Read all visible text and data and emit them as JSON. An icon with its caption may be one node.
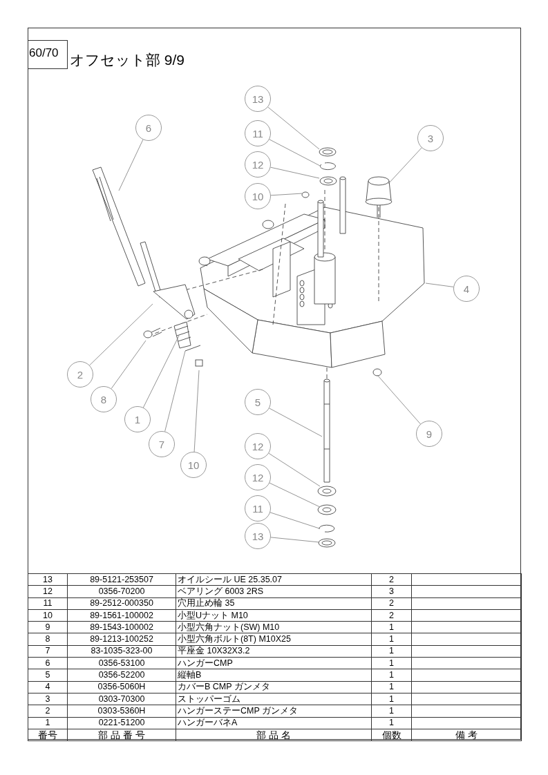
{
  "diagram": {
    "title": "オフセット部 9/9",
    "nodes": [
      {
        "text": [
          "13"
        ]
      },
      {
        "text": [
          "6"
        ]
      },
      {
        "text": [
          "11"
        ]
      },
      {
        "text": [
          "3"
        ]
      },
      {
        "text": [
          "12"
        ]
      },
      {
        "text": [
          "10"
        ]
      },
      {
        "text": [
          "4"
        ]
      },
      {
        "text": [
          "2"
        ]
      },
      {
        "text": [
          "8"
        ]
      },
      {
        "text": [
          "5"
        ]
      },
      {
        "text": [
          "1"
        ]
      },
      {
        "text": [
          "9"
        ]
      },
      {
        "text": [
          "7"
        ]
      },
      {
        "text": [
          "12"
        ]
      },
      {
        "text": [
          "10"
        ]
      },
      {
        "text": [
          "12"
        ]
      },
      {
        "text": [
          "11"
        ]
      },
      {
        "text": [
          "13"
        ]
      }
    ],
    "edges": [
      {
        "from": 0,
        "to": null,
        "arrow": "none"
      },
      {
        "from": 1,
        "to": null,
        "arrow": "none"
      },
      {
        "from": 2,
        "to": null,
        "arrow": "none"
      },
      {
        "from": 3,
        "to": null,
        "arrow": "none"
      },
      {
        "from": 4,
        "to": null,
        "arrow": "none"
      },
      {
        "from": 5,
        "to": null,
        "arrow": "none"
      },
      {
        "from": 6,
        "to": null,
        "arrow": "none"
      },
      {
        "from": 7,
        "to": null,
        "arrow": "none"
      },
      {
        "from": 8,
        "to": null,
        "arrow": "none"
      },
      {
        "from": 9,
        "to": null,
        "arrow": "none"
      },
      {
        "from": 10,
        "to": null,
        "arrow": "none"
      },
      {
        "from": 11,
        "to": null,
        "arrow": "none"
      },
      {
        "from": 12,
        "to": null,
        "arrow": "none"
      },
      {
        "from": 13,
        "to": null,
        "arrow": "none"
      },
      {
        "from": 14,
        "to": null,
        "arrow": "none"
      },
      {
        "from": 15,
        "to": null,
        "arrow": "none"
      },
      {
        "from": 16,
        "to": null,
        "arrow": "none"
      },
      {
        "from": 17,
        "to": null,
        "arrow": "none"
      }
    ],
    "labels": [
      "60/70",
      "13",
      "89-5121-253507",
      "オイルシール UE 25.35.07",
      "2",
      "12",
      "0356-70200",
      "ベアリング 6003 2RS",
      "3",
      "11",
      "89-2512-000350",
      "穴用止め輪 35",
      "2",
      "10",
      "89-1561-100002",
      "小型Uナット M10",
      "2",
      "9",
      "89-1543-100002",
      "小型六角ナット(SW) M10",
      "1",
      "8",
      "89-1213-100252",
      "小型六角ボルト(8T) M10X25",
      "1",
      "7",
      "83-1035-323-00",
      "平座金 10X32X3.2",
      "1",
      "6",
      "0356-53100",
      "ハンガーCMP",
      "1",
      "5",
      "0356-52200",
      "縦軸B",
      "1",
      "4",
      "0356-5060H",
      "カバーB CMP ガンメタ",
      "1",
      "3",
      "0303-70300",
      "ストッパーゴム",
      "1",
      "2",
      "0303-5360H",
      "ハンガーステーCMP ガンメタ",
      "1",
      "1",
      "0221-51200",
      "ハンガーバネA",
      "1",
      "番号",
      "部 品 番 号",
      "部 品 名",
      "個数",
      "備 考"
    ]
  }
}
